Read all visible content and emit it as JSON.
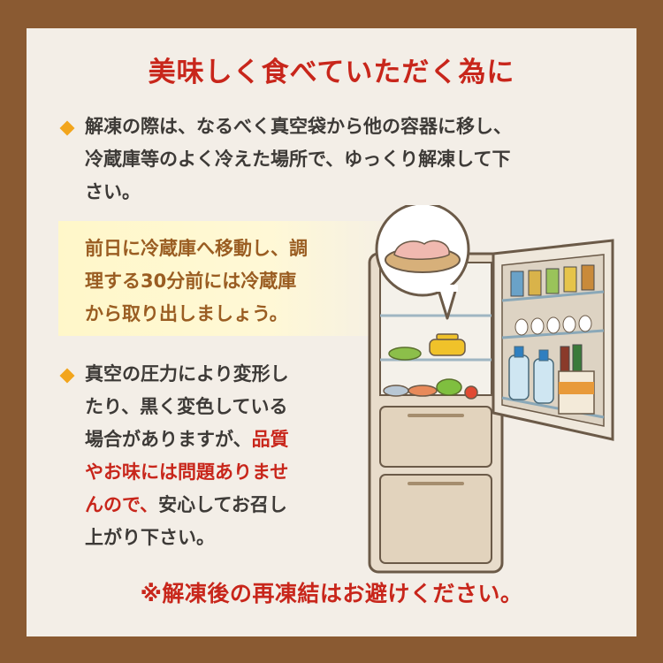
{
  "title": "美味しく食べていただく為に",
  "bullet1": "解凍の際は、なるべく真空袋から他の容器に移し、\n冷蔵庫等のよく冷えた場所で、ゆっくり解凍して下\nさい。",
  "tip": "前日に冷蔵庫へ移動し、調\n理する30分前には冷蔵庫\nから取り出しましょう。",
  "bullet2": {
    "normal": "真空の圧力により変形し\nたり、黒く変色している\n場合がありますが、",
    "highlight": "品質\nやお味には問題ありませ\nんので、",
    "normal_end": "安心してお召し\n上がり下さい。"
  },
  "notice": "※解凍後の再凍結はお避けください。",
  "colors": {
    "frame": "#8a5a32",
    "panel": "#f3eee7",
    "title_red": "#c8261b",
    "bullet_diamond": "#f2a51c",
    "tip_brown": "#9a5d22",
    "text": "#3d3a37"
  },
  "icons": [
    "diamond-bullet-icon",
    "refrigerator-illustration",
    "meat-plate-icon"
  ]
}
